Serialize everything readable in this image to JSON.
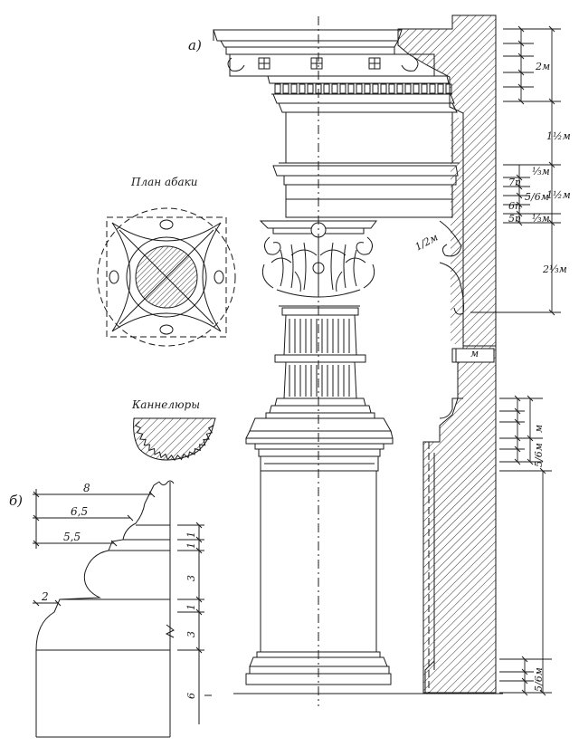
{
  "labels": {
    "part_a": "а)",
    "part_b": "б)",
    "abacus_plan": "План абаки",
    "flutes": "Каннелюры"
  },
  "right_dims": {
    "cornice": "2м",
    "frieze": "1½м",
    "arch_top": "⅓м",
    "arch_7p": "7п",
    "arch_56": "5/6м",
    "arch_6p": "6п",
    "arch_15": "1½м",
    "arch_5p": "5п",
    "arch_13": "⅓м",
    "cap_height": "2⅓м",
    "cap_half": "1/2м",
    "shaft_m": "м",
    "base_m": "м",
    "base_56": "5/6м",
    "plinth_56": "5/6м"
  },
  "profile_dims": {
    "w8": "8",
    "w65": "6,5",
    "w55": "5,5",
    "w2": "2",
    "h1a": "1",
    "h1b": "1",
    "h3a": "3",
    "h1c": "1",
    "h3b": "3",
    "h6": "6"
  }
}
